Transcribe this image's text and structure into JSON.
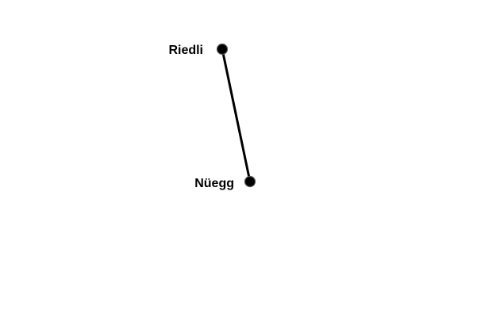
{
  "colors": {
    "line": "#000000",
    "node_fill": "#000000",
    "node_stroke": "#555555",
    "label": "#000000"
  },
  "nodes": [
    {
      "id": "riedli",
      "label": "Riedli"
    },
    {
      "id": "nuegg",
      "label": "Nüegg"
    }
  ],
  "edges": [
    {
      "from": "riedli",
      "to": "nuegg"
    }
  ]
}
